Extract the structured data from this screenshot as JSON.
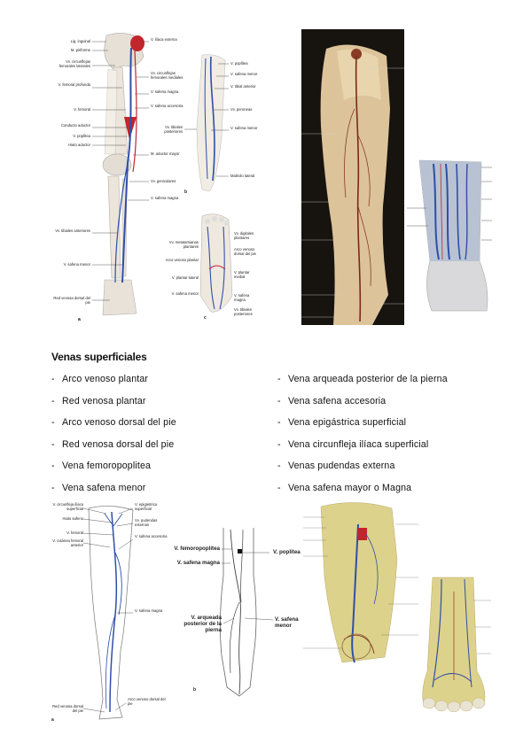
{
  "section_title": "Venas superficiales",
  "left_list": [
    "Arco venoso plantar",
    "Red venosa plantar",
    "Arco venoso dorsal del pie",
    "Red venosa dorsal del pie",
    "Vena femoropoplitea",
    "Vena safena menor"
  ],
  "right_list": [
    "Vena arqueada posterior de la pierna",
    "Vena safena accesoria",
    "Vena epigástrica superficial",
    "Vena circunfleja ilíaca superficial",
    "Venas pudendas externa",
    "Vena safena mayor o Magna"
  ],
  "fig1": {
    "left_labels": [
      "Lig. inguinal",
      "M. piriforme",
      "Vv. circunflejas femorales laterales",
      "V. femoral profunda",
      "V. femoral",
      "Conducto aductor",
      "V. poplítea",
      "Hiato aductor",
      "Vv. tibiales anteriores",
      "V. safena menor",
      "Red venosa dorsal del pie"
    ],
    "right_labels": [
      "V. ilíaca externa",
      "Vv. circunflejas femorales mediales",
      "V. safena magna",
      "V. safena accesoria",
      "M. aductor mayor",
      "Vv. geniculares",
      "V. safena magna"
    ],
    "b_labels": [
      "V. poplítea",
      "V. safena menor",
      "V. tibial anterior",
      "Vv. peroneas",
      "Vv. tibiales posteriores",
      "V. safena menor",
      "Maléolo lateral"
    ],
    "c_labels_left": [
      "Vv. metatarsianas plantares",
      "Arco venoso plantar",
      "V. plantar lateral",
      "V. safena menor"
    ],
    "c_labels_right": [
      "Vv. digitales plantares",
      "Arco venoso dorsal del pie",
      "V. plantar medial",
      "V. safena magna",
      "Vv. tibiales posteriores"
    ],
    "letters": [
      "a",
      "b",
      "c"
    ]
  },
  "fig4": {
    "left_labels": [
      "V. circunfleja ilíaca superficial",
      "Hiato safeno",
      "V. femoral",
      "V. cutánea femoral anterior",
      "Red venosa dorsal del pie"
    ],
    "right_labels": [
      "V. epigástrica superficial",
      "Vv. pudendas externas",
      "V. safena accesoria",
      "V. safena magna",
      "Arco venoso dorsal del pie"
    ],
    "letter": "a"
  },
  "fig5": {
    "labels": [
      "V. femoropoplítea",
      "V. safena magna",
      "V. poplítea",
      "V. arqueada posterior de la pierna",
      "V. safena menor"
    ],
    "letter": "b"
  },
  "colors": {
    "vein_blue": "#2f4fa8",
    "artery_red": "#c0262b",
    "bone": "#e9e3da",
    "photo_dark": "#17130f",
    "skin": "#dcc39a",
    "cadaver_yellow": "#ddd28b"
  }
}
